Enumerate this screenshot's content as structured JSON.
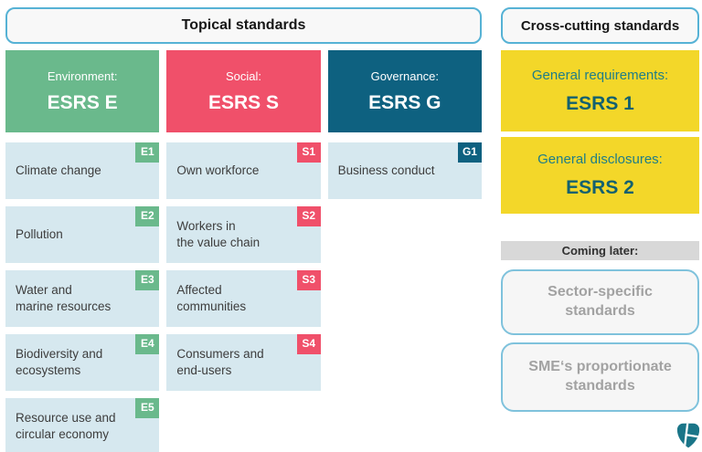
{
  "topical": {
    "title": "Topical standards",
    "columns": [
      {
        "name": "Environment",
        "label": "Environment:",
        "code": "ESRS E",
        "color": "#6ab98c",
        "items": [
          {
            "badge": "E1",
            "label": "Climate change"
          },
          {
            "badge": "E2",
            "label": "Pollution"
          },
          {
            "badge": "E3",
            "label": "Water and\nmarine resources"
          },
          {
            "badge": "E4",
            "label": "Biodiversity and\necosystems"
          },
          {
            "badge": "E5",
            "label": "Resource use and\ncircular economy"
          }
        ]
      },
      {
        "name": "Social",
        "label": "Social:",
        "code": "ESRS S",
        "color": "#f0506a",
        "items": [
          {
            "badge": "S1",
            "label": "Own workforce"
          },
          {
            "badge": "S2",
            "label": "Workers in\nthe value chain"
          },
          {
            "badge": "S3",
            "label": "Affected\ncommunities"
          },
          {
            "badge": "S4",
            "label": "Consumers and\nend-users"
          }
        ]
      },
      {
        "name": "Governance",
        "label": "Governance:",
        "code": "ESRS G",
        "color": "#0e6180",
        "items": [
          {
            "badge": "G1",
            "label": "Business conduct"
          }
        ]
      }
    ]
  },
  "cross_cutting": {
    "title": "Cross-cutting standards",
    "boxes": [
      {
        "label": "General requirements:",
        "code": "ESRS 1"
      },
      {
        "label": "General disclosures:",
        "code": "ESRS 2"
      }
    ],
    "coming_later": {
      "title": "Coming later:",
      "items": [
        {
          "label": "Sector-specific\nstandards"
        },
        {
          "label": "SME‘s proportionate\nstandards"
        }
      ]
    }
  },
  "footer": {
    "logo": "brand-leaf-shield-logo"
  },
  "colors": {
    "environment_green": "#6ab98c",
    "social_pink": "#f0506a",
    "governance_teal": "#0e6180",
    "item_card_blue": "#d6e8ef",
    "highlight_yellow": "#f3d729",
    "yellow_label_teal": "#1f7d87",
    "yellow_code_teal": "#14616f",
    "panel_border_blue": "#56b2d5",
    "coming_later_gray": "#d8d8d8",
    "muted_text_gray": "#a2a2a2",
    "logo_teal": "#1a7588"
  }
}
